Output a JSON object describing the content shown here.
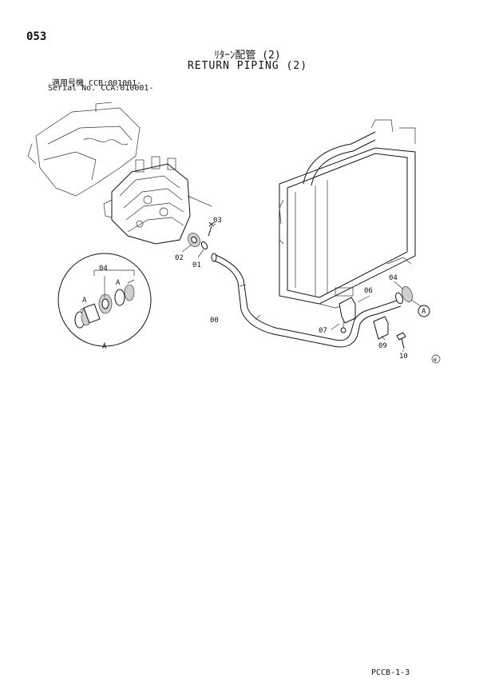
{
  "header": {
    "page_number": "053",
    "title_jp": "ﾘﾀｰﾝ配管 (2)",
    "title_en": "RETURN PIPING (2)",
    "serial_line_1": "適用号機  CCB:001001-",
    "serial_line_2": "Serial No. CCA:010001-"
  },
  "callouts": {
    "c00": "00",
    "c01": "01",
    "c02": "02",
    "c03": "03",
    "c04_detail": "04",
    "c04_main": "04",
    "c06": "06",
    "c07": "07",
    "c09": "09",
    "c10": "10",
    "detail_ref_left": "A",
    "detail_ref_right": "A",
    "detail_label": "A",
    "circle_ref": "A",
    "mark_w": "W"
  },
  "footer": {
    "code": "PCCB-1-3"
  }
}
